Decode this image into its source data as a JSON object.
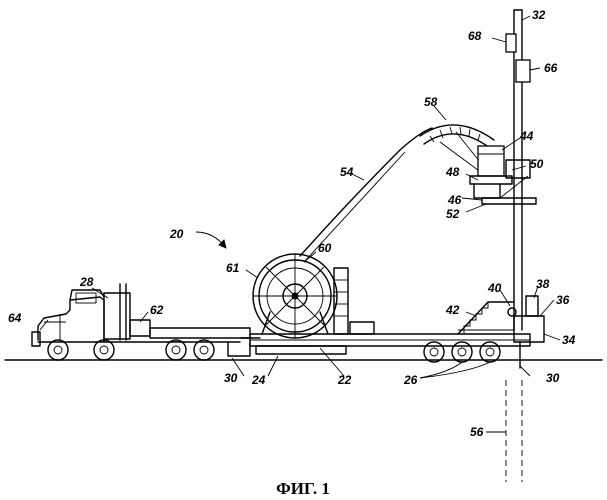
{
  "figure": {
    "caption": "ФИГ. 1",
    "labels": {
      "l20": "20",
      "l22": "22",
      "l24": "24",
      "l26": "26",
      "l28": "28",
      "l30a": "30",
      "l30b": "30",
      "l32": "32",
      "l34": "34",
      "l36": "36",
      "l38": "38",
      "l40": "40",
      "l42": "42",
      "l44": "44",
      "l46": "46",
      "l48": "48",
      "l50": "50",
      "l52": "52",
      "l54": "54",
      "l56": "56",
      "l58": "58",
      "l60": "60",
      "l61": "61",
      "l62": "62",
      "l64": "64",
      "l66": "66",
      "l68": "68"
    }
  }
}
